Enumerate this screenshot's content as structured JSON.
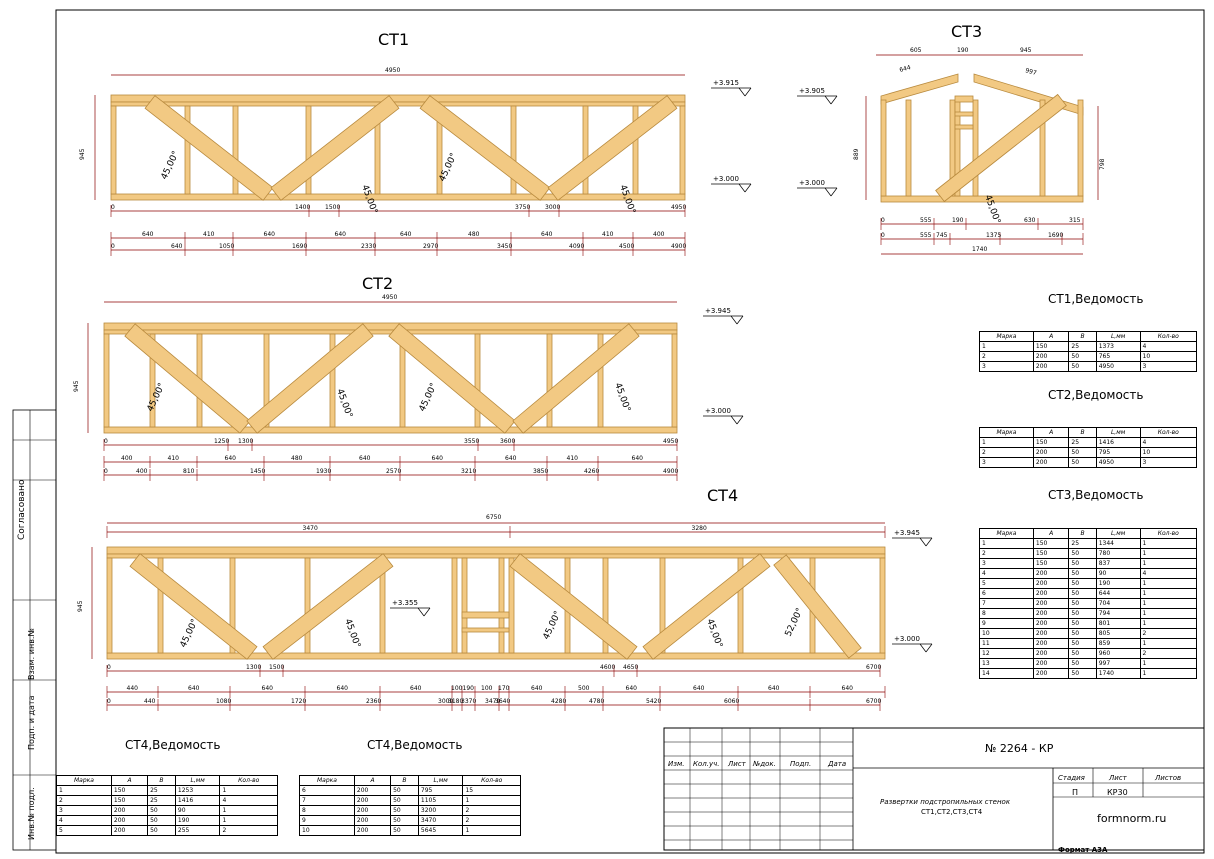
{
  "drawings": {
    "st1": {
      "title": "СТ1"
    },
    "st2": {
      "title": "СТ2"
    },
    "st3": {
      "title": "СТ3"
    },
    "st4": {
      "title": "СТ4"
    }
  },
  "tables": {
    "st1": {
      "title": "СТ1,Ведомость",
      "headers": [
        "Марка",
        "A",
        "B",
        "L,мм",
        "Кол-во"
      ],
      "rows": [
        [
          "1",
          "150",
          "25",
          "1373",
          "4"
        ],
        [
          "2",
          "200",
          "50",
          "765",
          "10"
        ],
        [
          "3",
          "200",
          "50",
          "4950",
          "3"
        ]
      ]
    },
    "st2": {
      "title": "СТ2,Ведомость",
      "headers": [
        "Марка",
        "A",
        "B",
        "L,мм",
        "Кол-во"
      ],
      "rows": [
        [
          "1",
          "150",
          "25",
          "1416",
          "4"
        ],
        [
          "2",
          "200",
          "50",
          "795",
          "10"
        ],
        [
          "3",
          "200",
          "50",
          "4950",
          "3"
        ]
      ]
    },
    "st3": {
      "title": "СТ3,Ведомость",
      "headers": [
        "Марка",
        "A",
        "B",
        "L,мм",
        "Кол-во"
      ],
      "rows": [
        [
          "1",
          "150",
          "25",
          "1344",
          "1"
        ],
        [
          "2",
          "150",
          "50",
          "780",
          "1"
        ],
        [
          "3",
          "150",
          "50",
          "837",
          "1"
        ],
        [
          "4",
          "200",
          "50",
          "90",
          "4"
        ],
        [
          "5",
          "200",
          "50",
          "190",
          "1"
        ],
        [
          "6",
          "200",
          "50",
          "644",
          "1"
        ],
        [
          "7",
          "200",
          "50",
          "704",
          "1"
        ],
        [
          "8",
          "200",
          "50",
          "794",
          "1"
        ],
        [
          "9",
          "200",
          "50",
          "801",
          "1"
        ],
        [
          "10",
          "200",
          "50",
          "805",
          "2"
        ],
        [
          "11",
          "200",
          "50",
          "859",
          "1"
        ],
        [
          "12",
          "200",
          "50",
          "960",
          "2"
        ],
        [
          "13",
          "200",
          "50",
          "997",
          "1"
        ],
        [
          "14",
          "200",
          "50",
          "1740",
          "1"
        ]
      ]
    },
    "st4a": {
      "title": "СТ4,Ведомость",
      "headers": [
        "Марка",
        "A",
        "B",
        "L,мм",
        "Кол-во"
      ],
      "rows": [
        [
          "1",
          "150",
          "25",
          "1253",
          "1"
        ],
        [
          "2",
          "150",
          "25",
          "1416",
          "4"
        ],
        [
          "3",
          "200",
          "50",
          "90",
          "1"
        ],
        [
          "4",
          "200",
          "50",
          "190",
          "1"
        ],
        [
          "5",
          "200",
          "50",
          "255",
          "2"
        ]
      ]
    },
    "st4b": {
      "title": "СТ4,Ведомость",
      "headers": [
        "Марка",
        "A",
        "B",
        "L,мм",
        "Кол-во"
      ],
      "rows": [
        [
          "6",
          "200",
          "50",
          "795",
          "15"
        ],
        [
          "7",
          "200",
          "50",
          "1105",
          "1"
        ],
        [
          "8",
          "200",
          "50",
          "3200",
          "2"
        ],
        [
          "9",
          "200",
          "50",
          "3470",
          "2"
        ],
        [
          "10",
          "200",
          "50",
          "5645",
          "1"
        ]
      ]
    }
  },
  "stamp": {
    "number": "№ 2264 - КР",
    "cols": [
      "Изм.",
      "Кол.уч.",
      "Лист",
      "№док.",
      "Подп.",
      "Дата"
    ],
    "title_line1": "Развертки подстропильных стенок",
    "title_line2": "СТ1,СТ2,СТ3,СТ4",
    "stage_label": "Стадия",
    "sheet_label": "Лист",
    "sheets_label": "Листов",
    "stage": "П",
    "sheet": "КР30",
    "site": "formnorm.ru",
    "format": "Формат А3А"
  },
  "sidebar": {
    "agreed": "Согласовано",
    "swap_inv": "Взам. инв.№",
    "sign_date": "Подп. и дата",
    "inv_orig": "Инв.№ подл."
  },
  "colors": {
    "wood": "#f2c983",
    "wood_edge": "#b88a3e",
    "dim": "#8b0000",
    "ink": "#000000"
  }
}
